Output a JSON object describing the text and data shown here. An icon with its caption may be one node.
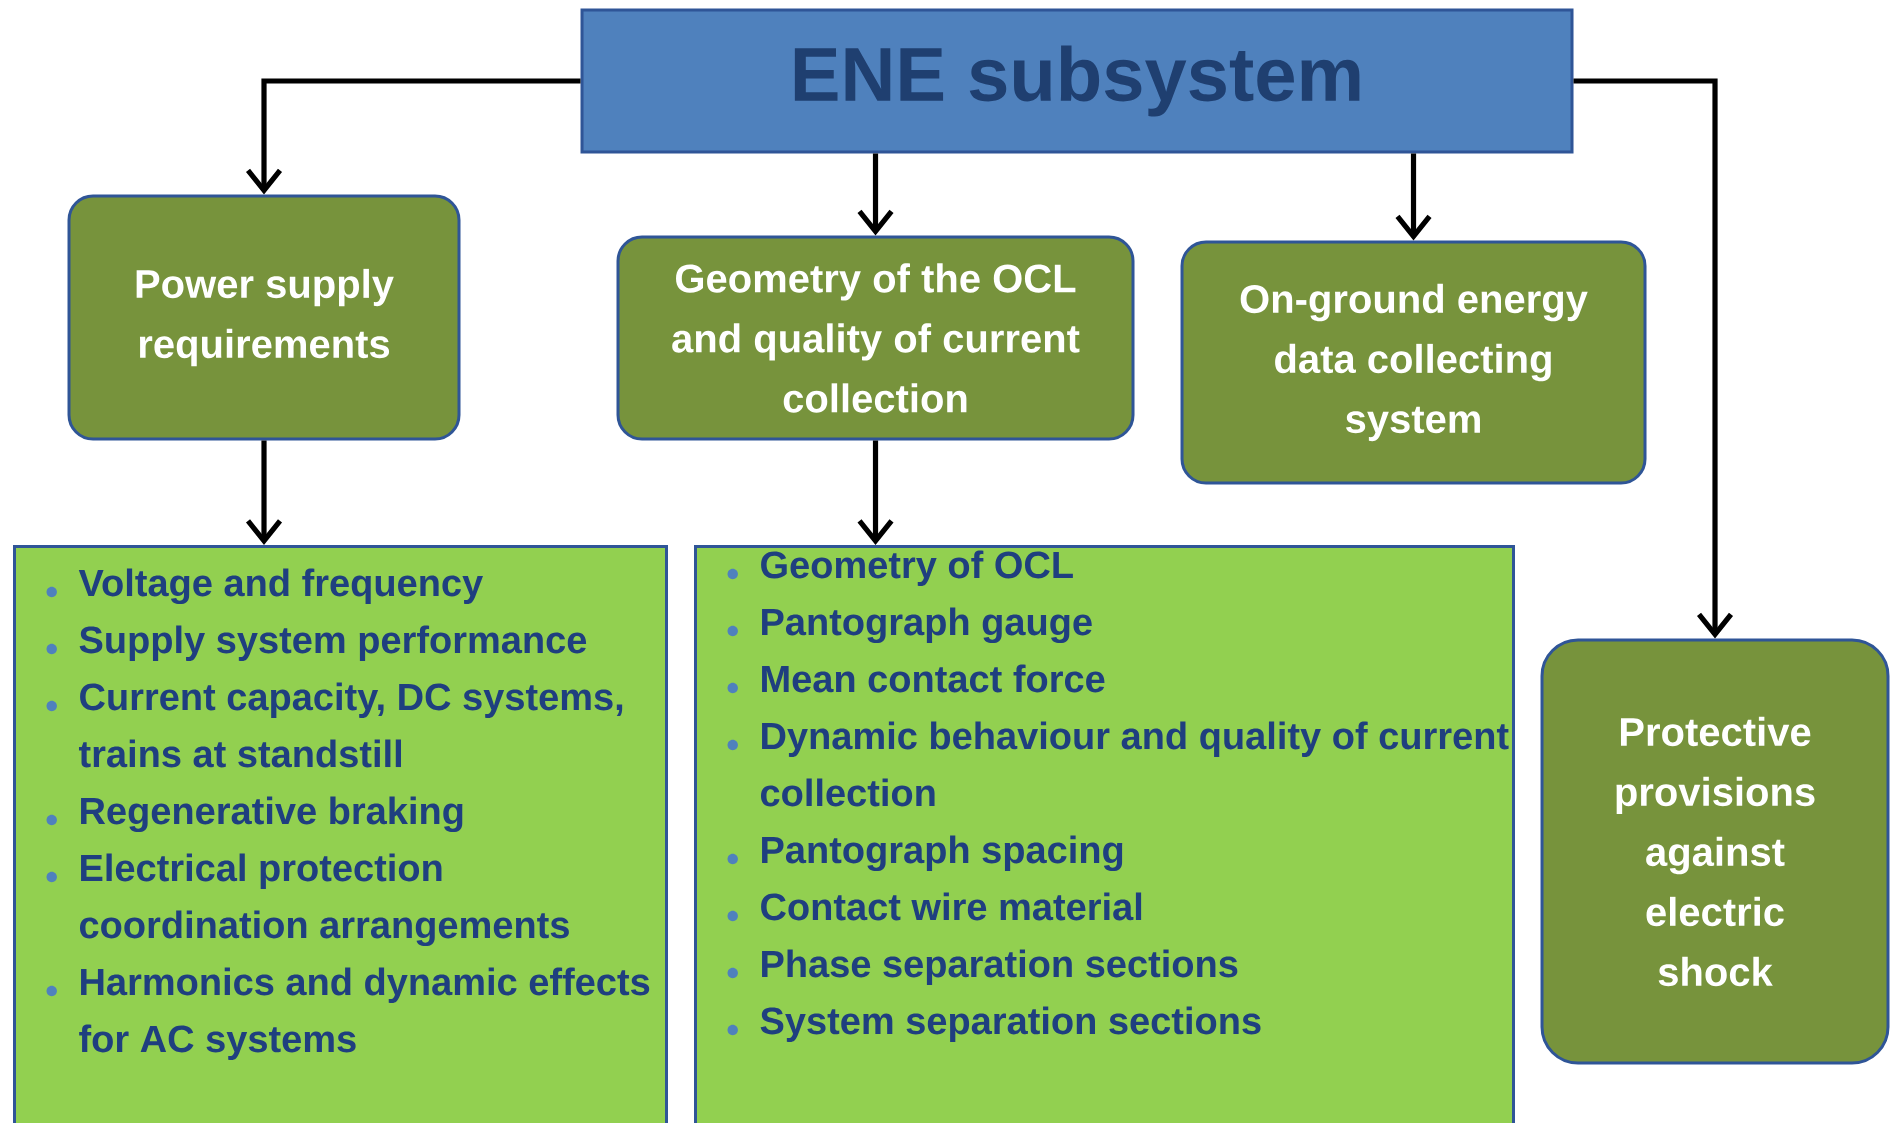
{
  "diagram": {
    "nodes": [
      {
        "text": [
          "ENE subsystem"
        ]
      },
      {
        "text": [
          "Power supply requirements"
        ]
      },
      {
        "text": [
          "Geometry of the OCL and quality of current collection"
        ]
      },
      {
        "text": [
          "On-ground energy data collecting system"
        ]
      },
      {
        "text": [
          "Voltage and frequency",
          "Supply system performance",
          "Current capacity, DC systems, trains at standstill",
          "Regenerative braking",
          "Electrical protection coordination arrangements",
          "Harmonics and dynamic effects for AC systems"
        ]
      },
      {
        "text": [
          "Geometry of OCL",
          "Pantograph gauge",
          "Mean contact force",
          "Dynamic behaviour and quality of current collection",
          "Pantograph spacing",
          "Contact wire material",
          "Phase separation sections",
          "System separation sections"
        ]
      },
      {
        "text": [
          "Protective provisions against electric shock"
        ]
      }
    ],
    "edges": [
      {
        "from": 0,
        "to": 1,
        "arrow": "to"
      },
      {
        "from": 0,
        "to": 2,
        "arrow": "to"
      },
      {
        "from": 0,
        "to": 3,
        "arrow": "to"
      },
      {
        "from": 0,
        "to": 6,
        "arrow": "to"
      },
      {
        "from": 1,
        "to": 4,
        "arrow": "to"
      },
      {
        "from": 2,
        "to": 5,
        "arrow": "to"
      }
    ]
  }
}
